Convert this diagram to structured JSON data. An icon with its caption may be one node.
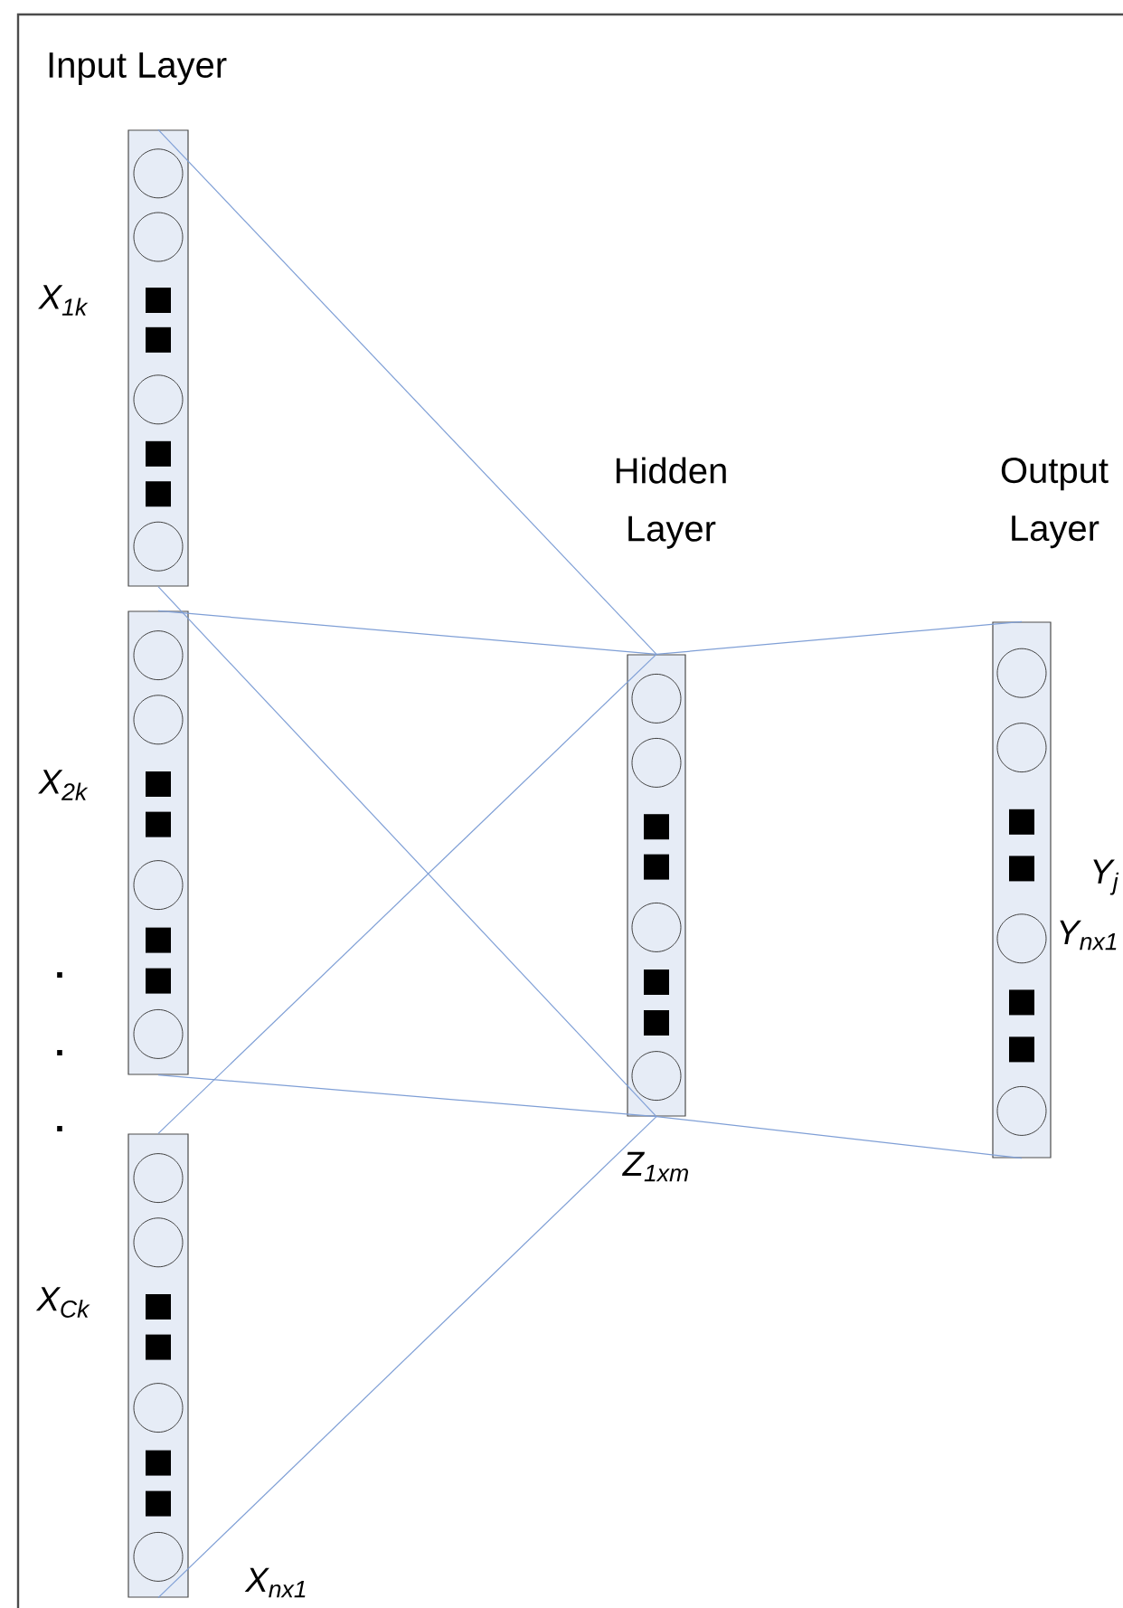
{
  "diagram": {
    "nodes": [
      {
        "text": [],
        "shape": "bar",
        "beside": [
          "X$_{1k}$"
        ]
      },
      {
        "text": [],
        "shape": "bar",
        "beside": [
          "X$_{2k}$"
        ]
      },
      {
        "text": [],
        "shape": "bar",
        "beside": [
          "X$_{Ck}$",
          "X$_{nx1}$"
        ]
      },
      {
        "text": [
          "Hidden Layer"
        ],
        "beside": [
          "Z$_{1xm}$"
        ]
      },
      {
        "text": [
          "Output Layer"
        ],
        "beside": [
          "Y$_{j}$",
          "Y$_{nx1}$"
        ]
      }
    ],
    "edges": [
      {
        "from": 0,
        "to": 3,
        "arrow": "none"
      },
      {
        "from": 0,
        "to": 3,
        "arrow": "none"
      },
      {
        "from": 1,
        "to": 3,
        "arrow": "none"
      },
      {
        "from": 1,
        "to": 3,
        "arrow": "none"
      },
      {
        "from": 2,
        "to": 3,
        "arrow": "none"
      },
      {
        "from": 2,
        "to": 3,
        "arrow": "none"
      },
      {
        "from": 3,
        "to": 4,
        "arrow": "none"
      },
      {
        "from": 3,
        "to": 4,
        "arrow": "none"
      }
    ],
    "labels": [
      "Input Layer",
      ".",
      ".",
      "."
    ]
  }
}
